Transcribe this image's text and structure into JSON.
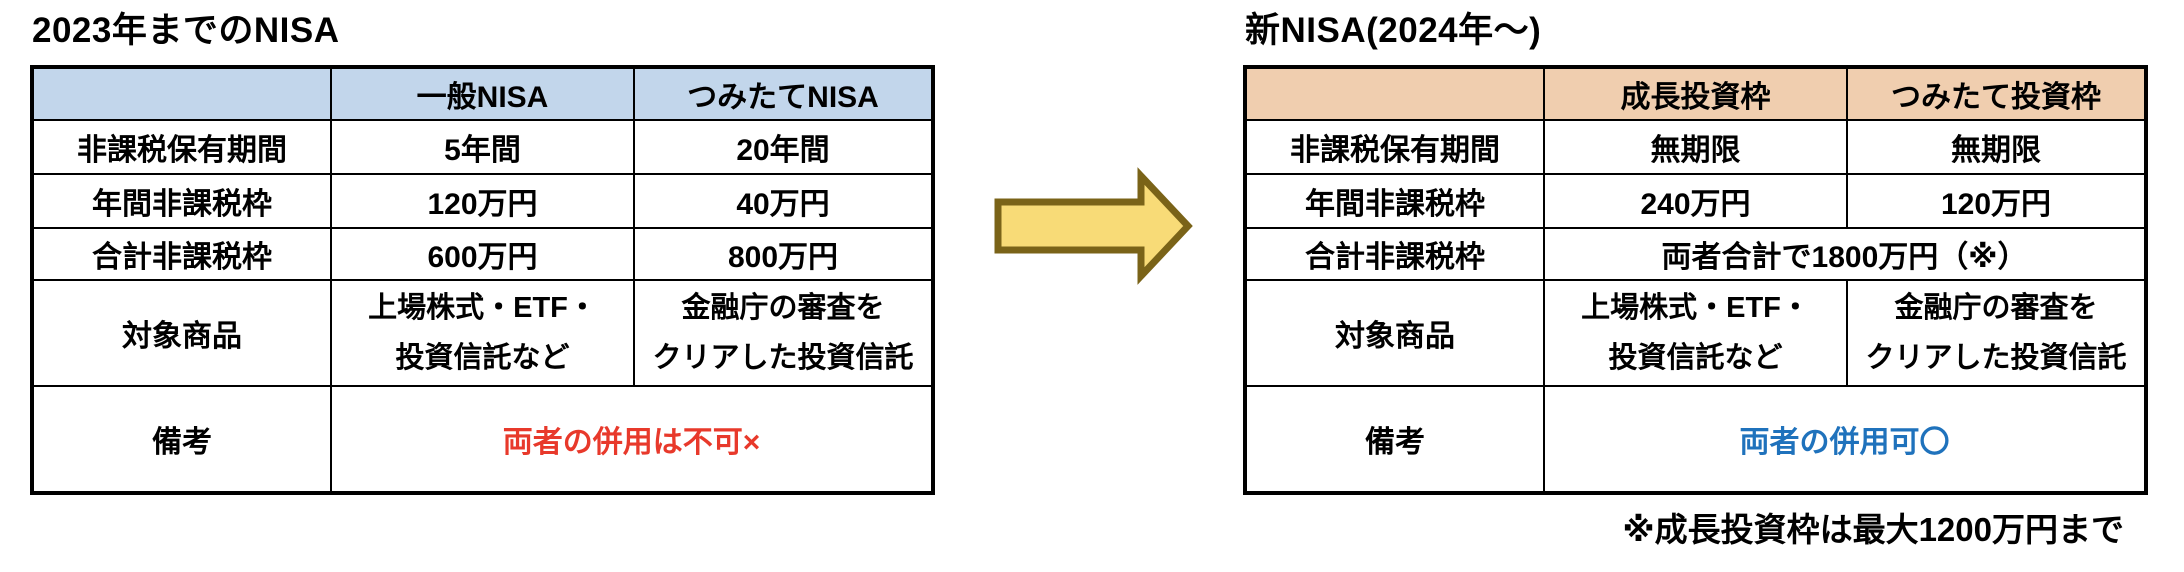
{
  "old_nisa": {
    "title": "2023年までのNISA",
    "columns": [
      "",
      "一般NISA",
      "つみたてNISA"
    ],
    "rows": {
      "holding_period": {
        "label": "非課税保有期間",
        "values": [
          "5年間",
          "20年間"
        ]
      },
      "annual_limit": {
        "label": "年間非課税枠",
        "values": [
          "120万円",
          "40万円"
        ]
      },
      "total_limit": {
        "label": "合計非課税枠",
        "values": [
          "600万円",
          "800万円"
        ]
      },
      "products": {
        "label": "対象商品",
        "general": [
          "上場株式・ETF・",
          "投資信託など"
        ],
        "tsumitate": [
          "金融庁の審査を",
          "クリアした投資信託"
        ]
      },
      "remarks": {
        "label": "備考",
        "merged_value": "両者の併用は不可×"
      }
    }
  },
  "new_nisa": {
    "title": "新NISA(2024年～)",
    "columns": [
      "",
      "成長投資枠",
      "つみたて投資枠"
    ],
    "rows": {
      "holding_period": {
        "label": "非課税保有期間",
        "values": [
          "無期限",
          "無期限"
        ]
      },
      "annual_limit": {
        "label": "年間非課税枠",
        "values": [
          "240万円",
          "120万円"
        ]
      },
      "total_limit": {
        "label": "合計非課税枠",
        "merged_value": "両者合計で1800万円（※）"
      },
      "products": {
        "label": "対象商品",
        "growth": [
          "上場株式・ETF・",
          "投資信託など"
        ],
        "tsumitate": [
          "金融庁の審査を",
          "クリアした投資信託"
        ]
      },
      "remarks": {
        "label": "備考",
        "merged_value": "両者の併用可〇"
      }
    },
    "footnote": "※成長投資枠は最大1200万円まで"
  },
  "colors": {
    "old_header_bg": "#C2D6EB",
    "new_header_bg": "#F0CEAF",
    "remark_negative_text": "#E8392B",
    "remark_positive_text": "#1F72BC",
    "arrow_fill": "#F8DB77",
    "arrow_stroke": "#7A6318",
    "table_border": "#000000",
    "background": "#FFFFFF"
  }
}
